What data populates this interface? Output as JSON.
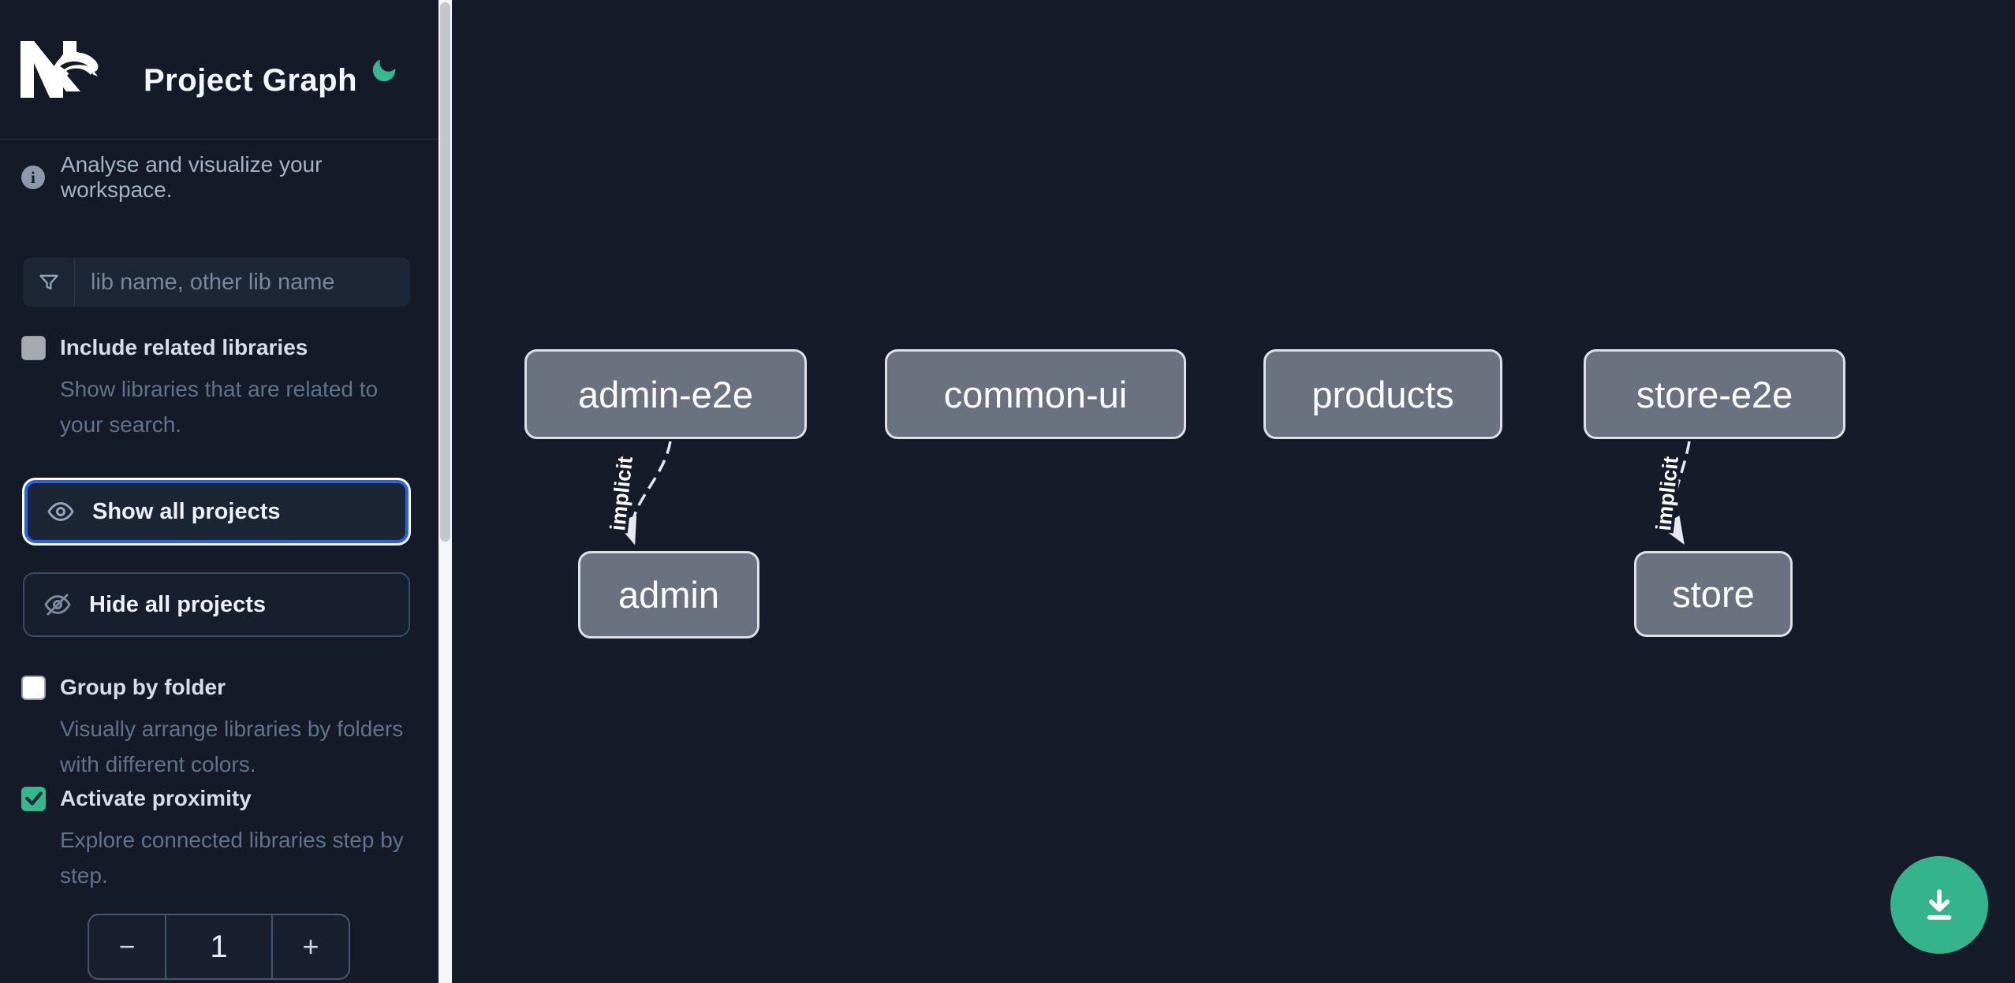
{
  "header": {
    "title": "Project Graph",
    "logo": "nx-logo",
    "theme_toggle": "moon"
  },
  "sidebar": {
    "info_text": "Analyse and visualize your workspace.",
    "filter": {
      "placeholder": "lib name, other lib name"
    },
    "include_related": {
      "label": "Include related libraries",
      "description": "Show libraries that are related to your search.",
      "checked": false
    },
    "buttons": {
      "show_all": "Show all projects",
      "hide_all": "Hide all projects"
    },
    "group_folder": {
      "label": "Group by folder",
      "description": "Visually arrange libraries by folders with different colors.",
      "checked": false
    },
    "proximity": {
      "label": "Activate proximity",
      "description": "Explore connected libraries step by step.",
      "checked": true
    },
    "stepper": {
      "decrement": "−",
      "value": "1",
      "increment": "+"
    }
  },
  "graph": {
    "nodes": [
      {
        "label": "admin-e2e"
      },
      {
        "label": "common-ui"
      },
      {
        "label": "products"
      },
      {
        "label": "store-e2e"
      },
      {
        "label": "admin"
      },
      {
        "label": "store"
      }
    ],
    "edges": [
      {
        "from": "admin-e2e",
        "to": "admin",
        "label": "implicit",
        "style": "dashed"
      },
      {
        "from": "store-e2e",
        "to": "store",
        "label": "implicit",
        "style": "dashed"
      }
    ]
  },
  "fab": {
    "icon": "download"
  },
  "colors": {
    "background": "#151b29",
    "accent_green": "#35b38a",
    "focus_blue": "#2563eb",
    "node_fill": "#6a7280",
    "node_border": "#dde1e6",
    "edge": "#e6eaf0"
  }
}
